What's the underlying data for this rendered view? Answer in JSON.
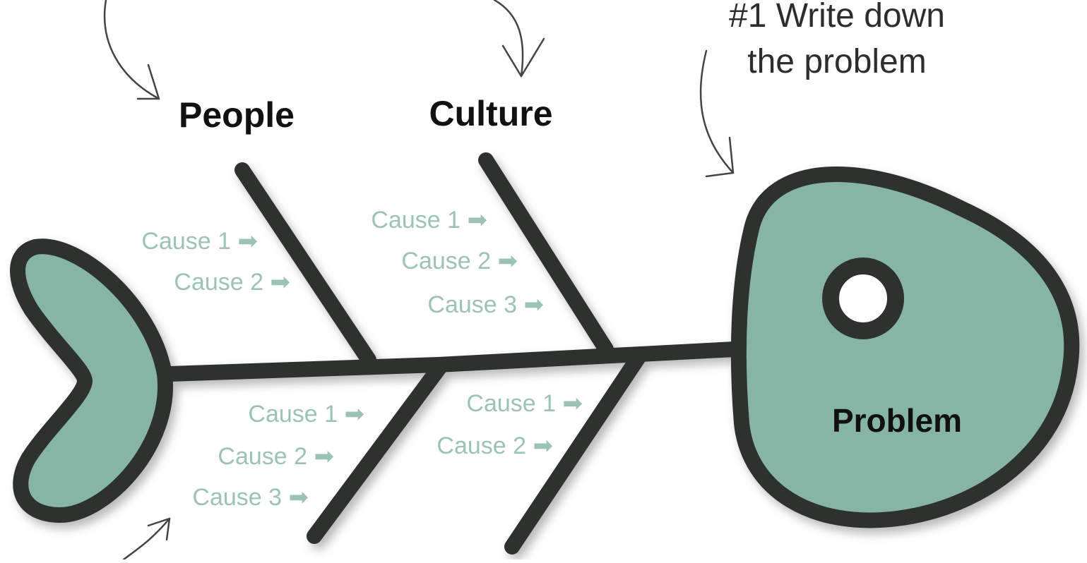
{
  "colors": {
    "fill": "#86b5a5",
    "outline": "#2e302f",
    "cause_text": "#9cc2b4",
    "background": "#ffffff"
  },
  "annotation": {
    "line1": "#1 Write down",
    "line2": "the problem"
  },
  "problem": {
    "label": "Problem"
  },
  "categories": [
    {
      "label": "People",
      "causes": [
        "Cause 1 ➡",
        "Cause 2 ➡"
      ]
    },
    {
      "label": "Culture",
      "causes": [
        "Cause 1 ➡",
        "Cause 2 ➡",
        "Cause 3 ➡"
      ]
    },
    {
      "label": "",
      "causes": [
        "Cause 1 ➡",
        "Cause 2 ➡",
        "Cause 3 ➡"
      ]
    },
    {
      "label": "",
      "causes": [
        "Cause 1 ➡",
        "Cause 2 ➡"
      ]
    }
  ]
}
